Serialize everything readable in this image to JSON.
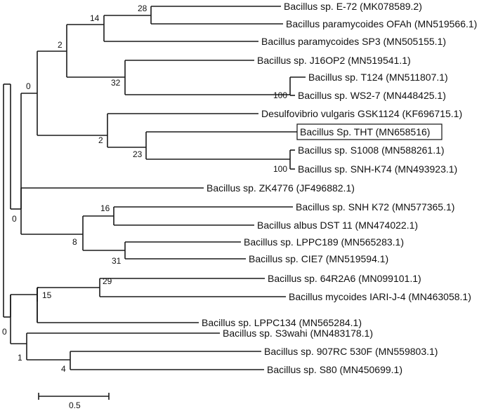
{
  "tree": {
    "leaves": [
      "Bacillus sp. E-72 (MK078589.2)",
      "Bacillus paramycoides OFAh (MN519566.1)",
      "Bacillus paramycoides SP3 (MN505155.1)",
      "Bacillus sp. J16OP2 (MN519541.1)",
      "Bacillus sp. T124 (MN511807.1)",
      "Bacillus sp. WS2-7 (MN448425.1)",
      "Desulfovibrio vulgaris GSK1124 (KF696715.1)",
      "Bacillus Sp. THT (MN658516)",
      "Bacillus sp. S1008 (MN588261.1)",
      "Bacillus sp. SNH-K74 (MN493923.1)",
      "Bacillus sp. ZK4776 (JF496882.1)",
      "Bacillus sp. SNH K72 (MN577365.1)",
      "Bacillus albus DST 11 (MN474022.1)",
      "Bacillus sp. LPPC189 (MN565283.1)",
      "Bacillus sp. CIE7 (MN519594.1)",
      "Bacillus sp. 64R2A6 (MN099101.1)",
      "Bacillus mycoides IARI-J-4 (MN463058.1)",
      "Bacillus sp. LPPC134 (MN565284.1)",
      "Bacillus sp. S3wahi (MN483178.1)",
      "Bacillus sp. 907RC 530F (MN559803.1)",
      "Bacillus sp. S80 (MN450699.1)"
    ],
    "highlighted_leaf": "Bacillus Sp. THT (MN658516)",
    "bootstrap": [
      "28",
      "14",
      "2",
      "32",
      "100",
      "0",
      "2",
      "23",
      "100",
      "0",
      "16",
      "8",
      "31",
      "29",
      "15",
      "0",
      "1",
      "4"
    ]
  },
  "scale_bar": {
    "label": "0.5"
  }
}
